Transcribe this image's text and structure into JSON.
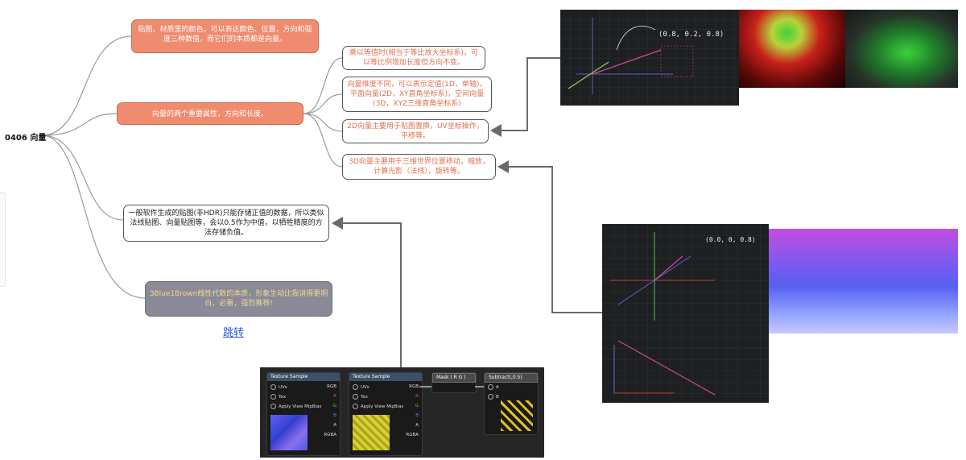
{
  "root": {
    "label": "0406 向量"
  },
  "nodes": {
    "n1": "贴图、材质里的颜色，可以表达颜色、位置，方向和强度三种数值，而它们的本质都是向量。",
    "n2": "向量的两个重要属性，方向和长度。",
    "n2a": "乘以等值时(相当于等比放大坐标系)，可以等比例增加长度但方向不变。",
    "n2b": "向量维度不同，可以表示定值(1D，单轴)，平面向量(2D，XY直角坐标系)，空间向量(3D，XYZ三维直角坐标系)",
    "n2c": "2D向量主要用于贴图置换，UV坐标操作，平移等。",
    "n2d": "3D向量主要用于三维世界位置移动，缩放，计算光影（法线），旋转等。",
    "n3": "一般软件生成的贴图(非HDR)只能存储正值的数据，所以类似法线贴图、向量贴图等，会以0.5作为中值，以牺牲精度的方法存储负值。",
    "n4": "3Blue1Brown线性代数的本质，形象生动比我讲得更明白，必看，强烈推荐!",
    "jump": "跳转"
  },
  "images": {
    "top_annotation": "(0.8, 0.2, 0.8)",
    "mid_annotation": "(0.0, 0, 0.8)"
  },
  "material_graph": {
    "node1": {
      "title": "Texture Sample",
      "inputs": [
        "UVs",
        "Tex",
        "Apply View MipBias"
      ],
      "outputs": [
        "RGB",
        "R",
        "G",
        "B",
        "A",
        "RGBA"
      ]
    },
    "node2": {
      "title": "Texture Sample",
      "inputs": [
        "UVs",
        "Tex",
        "Apply View MipBias"
      ],
      "outputs": [
        "RGB",
        "R",
        "G",
        "B",
        "A",
        "RGBA"
      ]
    },
    "node3": {
      "title": "Mask ( R G )"
    },
    "node4": {
      "title": "Subtract(,0.5)",
      "inputs": [
        "A",
        "B"
      ]
    }
  },
  "colors": {
    "salmon": "#ef8b6f",
    "orange_text": "#e0704f",
    "gray_node": "#8a8a98",
    "link": "#2a55d8"
  }
}
